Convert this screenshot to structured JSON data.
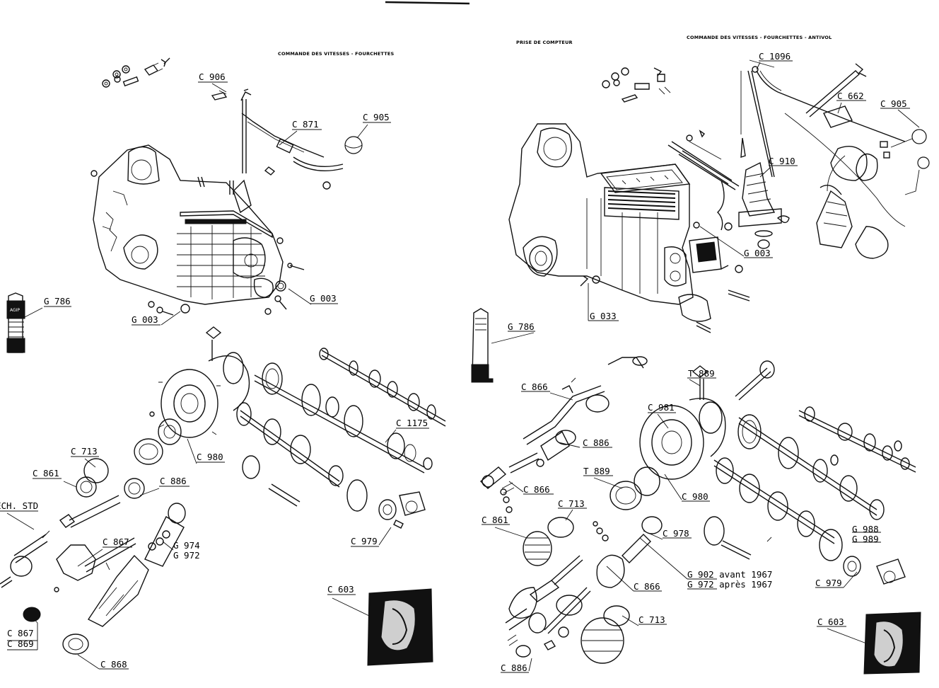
{
  "pages": {
    "left": {
      "heading": "COMMANDE DES VITESSES - FOURCHETTES",
      "labels": {
        "c906": "C 906",
        "c871": "C 871",
        "c905": "C 905",
        "g786": "G 786",
        "g003_a": "G 003",
        "g003_b": "G 003",
        "c1175": "C 1175",
        "c980": "C 980",
        "c713": "C 713",
        "c861": "C 861",
        "c886": "C 886",
        "ech_std": "ECH. STD",
        "c867": "C 867",
        "g974": "G 974",
        "g972": "G 972",
        "c979": "C 979",
        "c603": "C 603",
        "c867b": "C 867",
        "c869": "C 869",
        "c868": "C 868"
      }
    },
    "right": {
      "heading_left": "PRISE DE COMPTEUR",
      "heading": "COMMANDE DES VITESSES - FOURCHETTES - ANTIVOL",
      "labels": {
        "c1096": "C 1096",
        "c662": "C 662",
        "c905": "C 905",
        "c910": "C 910",
        "g003": "G 003",
        "g033": "G 033",
        "g786": "G 786",
        "c866_a": "C 866",
        "t889_a": "T 889",
        "c981": "C 981",
        "c886_a": "C 886",
        "c866_b": "C 866",
        "t889_b": "T 889",
        "c980": "C 980",
        "c713_a": "C 713",
        "c861": "C 861",
        "c978": "C 978",
        "g988": "G 988",
        "g989": "G 989",
        "g902": "G 902 avant 1967",
        "g972": "G 972 après 1967",
        "c866_c": "C 866",
        "c979": "C 979",
        "c713_b": "C 713",
        "c603": "C 603",
        "c886_b": "C 886"
      }
    }
  },
  "colors": {
    "ink": "#111111",
    "paper": "#ffffff"
  }
}
